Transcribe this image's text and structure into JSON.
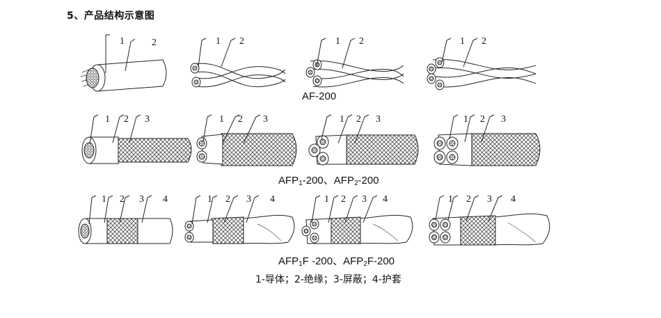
{
  "heading": "5、产品结构示意图",
  "rows": [
    {
      "caption": "AF-200",
      "callout_numbers": [
        "1",
        "2"
      ]
    },
    {
      "caption_parts": [
        "AFP",
        "1",
        "-200、AFP",
        "2",
        "-200"
      ],
      "callout_numbers": [
        "1",
        "2",
        "3"
      ]
    },
    {
      "caption_parts": [
        "AFP",
        "1",
        "F -200、AFP",
        "2",
        "F-200"
      ],
      "callout_numbers": [
        "1",
        "2",
        "3",
        "4"
      ]
    }
  ],
  "legend": "1-导体；2-绝缘；3-屏蔽；4-护套",
  "colors": {
    "line": "#222222",
    "braid": "#444444",
    "fill": "#ffffff"
  }
}
